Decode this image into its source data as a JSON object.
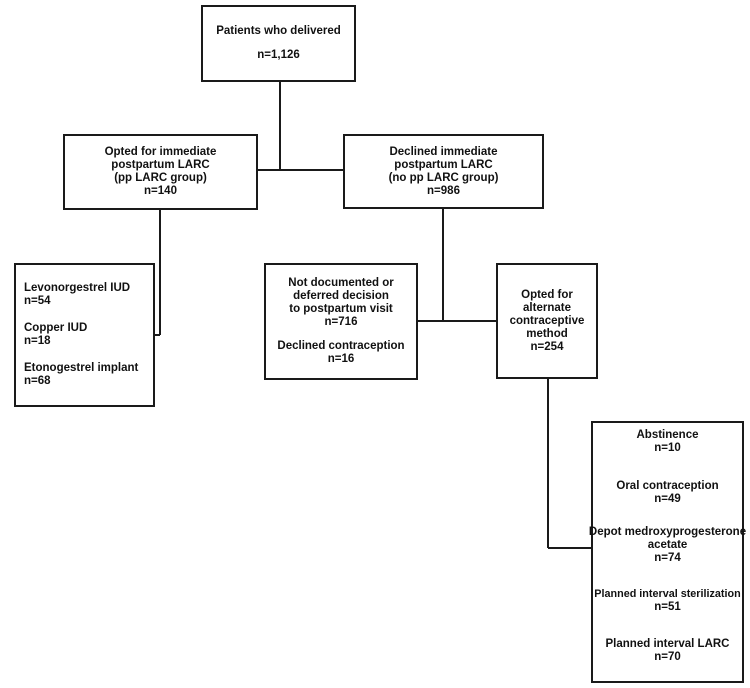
{
  "root": {
    "title": "Patients who delivered",
    "count": "n=1,126"
  },
  "pp_larc": {
    "title_lines": [
      "Opted for immediate",
      "postpartum LARC",
      "(pp LARC group)"
    ],
    "count": "n=140",
    "methods": [
      {
        "label": "Levonorgestrel IUD",
        "count": "n=54"
      },
      {
        "label": "Copper IUD",
        "count": "n=18"
      },
      {
        "label": "Etonogestrel implant",
        "count": "n=68"
      }
    ]
  },
  "no_pp_larc": {
    "title_lines": [
      "Declined immediate",
      "postpartum LARC",
      "(no pp LARC group)"
    ],
    "count": "n=986"
  },
  "not_documented": {
    "title_lines": [
      "Not documented or",
      "deferred decision",
      "to postpartum visit"
    ],
    "count": "n=716",
    "declined_label": "Declined contraception",
    "declined_count": "n=16"
  },
  "alternate": {
    "title_lines": [
      "Opted for",
      "alternate",
      "contraceptive",
      "method"
    ],
    "count": "n=254",
    "methods": [
      {
        "label_lines": [
          "Abstinence"
        ],
        "count": "n=10"
      },
      {
        "label_lines": [
          "Oral contraception"
        ],
        "count": "n=49"
      },
      {
        "label_lines": [
          "Depot medroxyprogesterone",
          "acetate"
        ],
        "count": "n=74"
      },
      {
        "label_lines": [
          "Planned interval sterilization"
        ],
        "count": "n=51"
      },
      {
        "label_lines": [
          "Planned interval LARC"
        ],
        "count": "n=70"
      }
    ]
  },
  "colors": {
    "line": "#1a1a1a",
    "box_border": "#1a1a1a",
    "text": "#111111"
  }
}
